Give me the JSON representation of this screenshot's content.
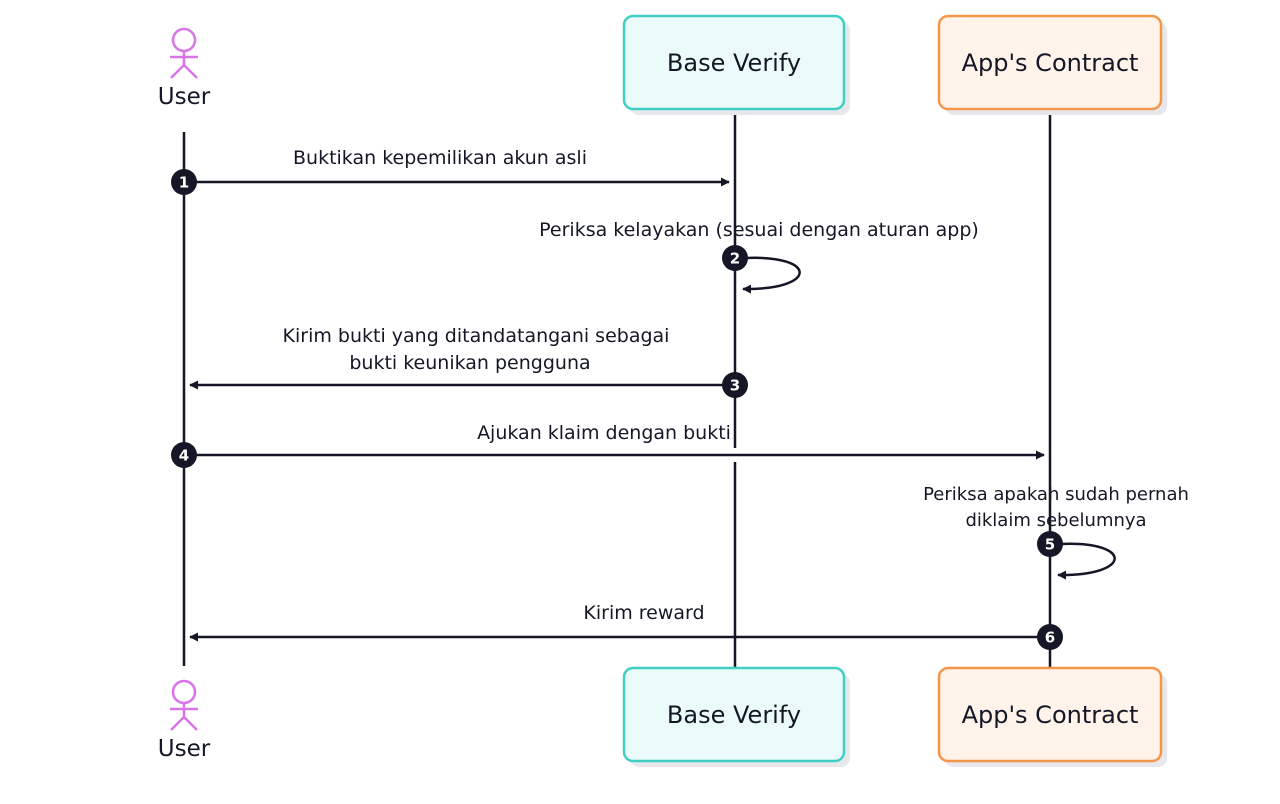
{
  "participants": {
    "user": {
      "label": "User"
    },
    "base_verify": {
      "label": "Base Verify"
    },
    "app_contract": {
      "label": "App's Contract"
    }
  },
  "steps": [
    {
      "number": "1",
      "lines": [
        "Buktikan kepemilikan akun asli"
      ]
    },
    {
      "number": "2",
      "lines": [
        "Periksa kelayakan  (sesuai dengan aturan app)"
      ]
    },
    {
      "number": "3",
      "lines": [
        "Kirim bukti yang ditandatangani sebagai",
        "bukti keunikan pengguna"
      ]
    },
    {
      "number": "4",
      "lines": [
        "Ajukan klaim dengan bukti"
      ]
    },
    {
      "number": "5",
      "lines": [
        "Periksa apakah sudah pernah",
        "diklaim sebelumnya"
      ]
    },
    {
      "number": "6",
      "lines": [
        "Kirim reward"
      ]
    }
  ],
  "colors": {
    "actor": "#d874e8",
    "base_verify_border": "#3fcfc3",
    "base_verify_fill": "#eafbf9",
    "app_contract_border": "#f4964a",
    "app_contract_fill": "#fff3ea",
    "line": "#151726",
    "badge": "#151726",
    "shadow": "#e8e8ec"
  }
}
